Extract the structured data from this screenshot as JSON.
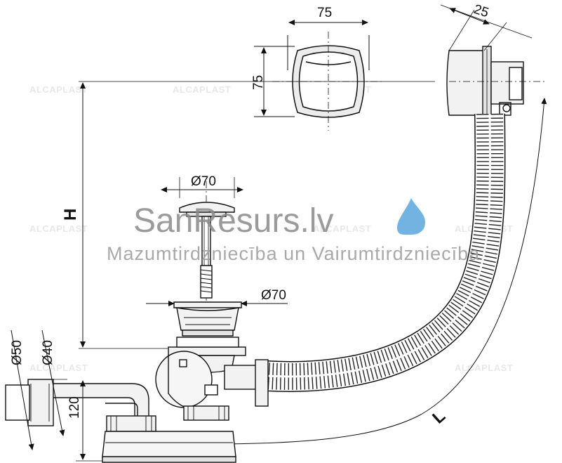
{
  "dimensions": {
    "rosette_width": "75",
    "rosette_height": "75",
    "overflow_depth": "25",
    "height_label": "H",
    "plug_diameter": "Ø70",
    "strainer_diameter": "Ø70",
    "outlet_outer_diameter": "Ø50",
    "outlet_inner_diameter": "Ø40",
    "trap_height": "120",
    "length_label": "L"
  },
  "watermark": {
    "logo_text": "ALCAPLAST"
  },
  "branding": {
    "site_name": "SanResurs.lv",
    "tagline": "Mazumtirdzniecība un Vairumtirdzniecība",
    "drop_color": "#5aa6dc"
  },
  "colors": {
    "line": "#111111",
    "fill": "#f2f2f2"
  }
}
